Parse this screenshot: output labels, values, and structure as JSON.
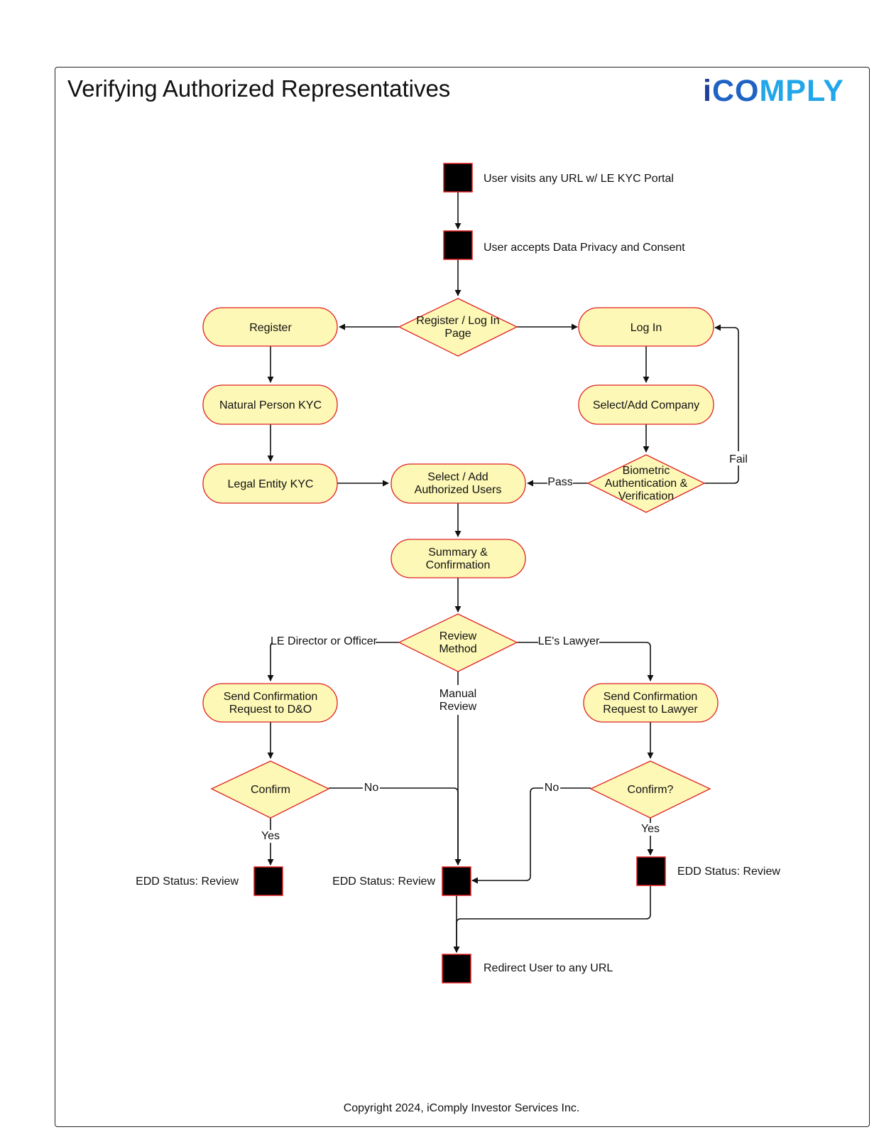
{
  "title": "Verifying Authorized Representatives",
  "logo": {
    "text": "iCOMPLY",
    "part1": "i",
    "part2": "CO",
    "part3": "MPLY",
    "colors": {
      "dark": "#1f3f99",
      "mid": "#1f62c4",
      "light": "#22a6ea"
    }
  },
  "copyright": "Copyright 2024, iComply Investor Services Inc.",
  "colors": {
    "fill": "#fdf8b6",
    "stroke": "#e02020",
    "terminal": "#000000"
  },
  "nodes": {
    "visit": {
      "label": "User visits any URL w/ LE KYC Portal"
    },
    "accept": {
      "label": "User accepts Data Privacy and Consent"
    },
    "register_login": {
      "lines": [
        "Register / Log In",
        "Page"
      ]
    },
    "register": {
      "lines": [
        "Register"
      ]
    },
    "login": {
      "lines": [
        "Log In"
      ]
    },
    "natural_person": {
      "lines": [
        "Natural Person KYC"
      ]
    },
    "select_company": {
      "lines": [
        "Select/Add Company"
      ]
    },
    "legal_entity": {
      "lines": [
        "Legal Entity KYC"
      ]
    },
    "select_users": {
      "lines": [
        "Select / Add",
        "Authorized Users"
      ]
    },
    "biometric": {
      "lines": [
        "Biometric",
        "Authentication &",
        "Verification"
      ]
    },
    "summary": {
      "lines": [
        "Summary &",
        "Confirmation"
      ]
    },
    "review_method": {
      "lines": [
        "Review",
        "Method"
      ]
    },
    "send_do": {
      "lines": [
        "Send Confirmation",
        "Request to D&O"
      ]
    },
    "send_lawyer": {
      "lines": [
        "Send Confirmation",
        "Request to Lawyer"
      ]
    },
    "confirm_do": {
      "lines": [
        "Confirm"
      ]
    },
    "confirm_lawyer": {
      "lines": [
        "Confirm?"
      ]
    },
    "edd_left": {
      "label": "EDD Status: Review"
    },
    "edd_center": {
      "label": "EDD Status: Review"
    },
    "edd_right": {
      "label": "EDD Status: Review"
    },
    "redirect": {
      "label": "Redirect User to any URL"
    }
  },
  "edge_labels": {
    "fail": "Fail",
    "pass": "Pass",
    "director": "LE Director or Officer",
    "lawyer": "LE's Lawyer",
    "manual": [
      "Manual",
      "Review"
    ],
    "no_left": "No",
    "no_right": "No",
    "yes_left": "Yes",
    "yes_right": "Yes"
  }
}
